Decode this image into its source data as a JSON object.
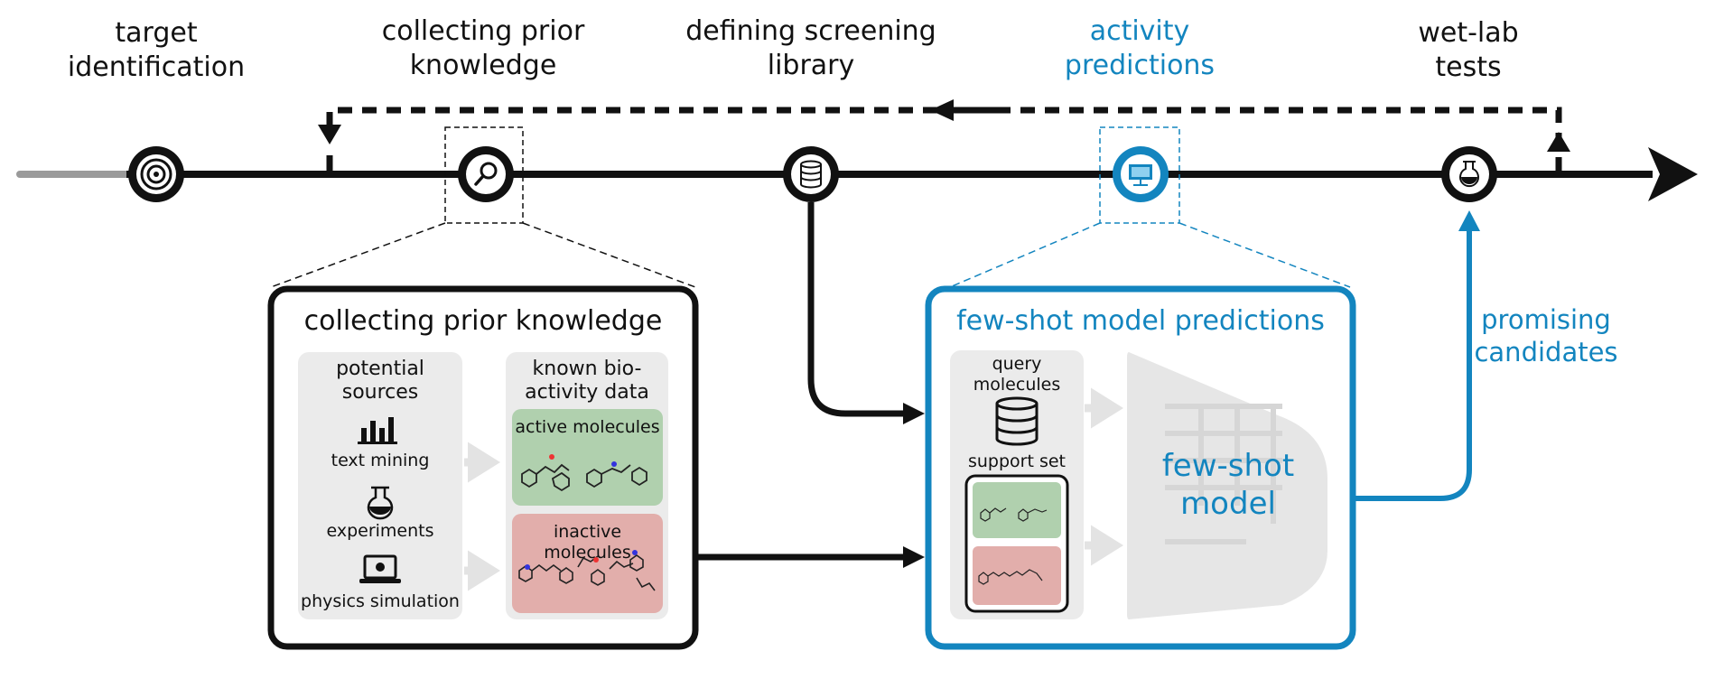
{
  "stages": [
    {
      "label_lines": [
        "target",
        "identification"
      ],
      "icon": "target-icon"
    },
    {
      "label_lines": [
        "collecting prior",
        "knowledge"
      ],
      "icon": "magnifier-icon"
    },
    {
      "label_lines": [
        "defining screening",
        "library"
      ],
      "icon": "database-icon"
    },
    {
      "label_lines": [
        "activity",
        "predictions"
      ],
      "icon": "monitor-icon",
      "highlight": true
    },
    {
      "label_lines": [
        "wet-lab",
        "tests"
      ],
      "icon": "flask-icon"
    }
  ],
  "prior_panel": {
    "title": "collecting prior knowledge",
    "sources_title_lines": [
      "potential",
      "sources"
    ],
    "sources": [
      {
        "label": "text mining",
        "icon": "bar-chart-icon"
      },
      {
        "label": "experiments",
        "icon": "flask-icon"
      },
      {
        "label": "physics simulation",
        "icon": "laptop-icon"
      }
    ],
    "known_title_lines": [
      "known bio-",
      "activity data"
    ],
    "active_label": "active molecules",
    "inactive_label": "inactive molecules"
  },
  "model_panel": {
    "title": "few-shot model predictions",
    "query_lines": [
      "query",
      "molecules"
    ],
    "support_label": "support set",
    "model_lines": [
      "few-shot",
      "model"
    ]
  },
  "output_lines": [
    "promising",
    "candidates"
  ],
  "colors": {
    "accent": "#1385bf",
    "dark": "#111111",
    "panel_bg": "#ebebeb",
    "active_bg": "#b0d0ae",
    "inactive_bg": "#e2aeab",
    "model_shape": "#e6e6e6"
  }
}
